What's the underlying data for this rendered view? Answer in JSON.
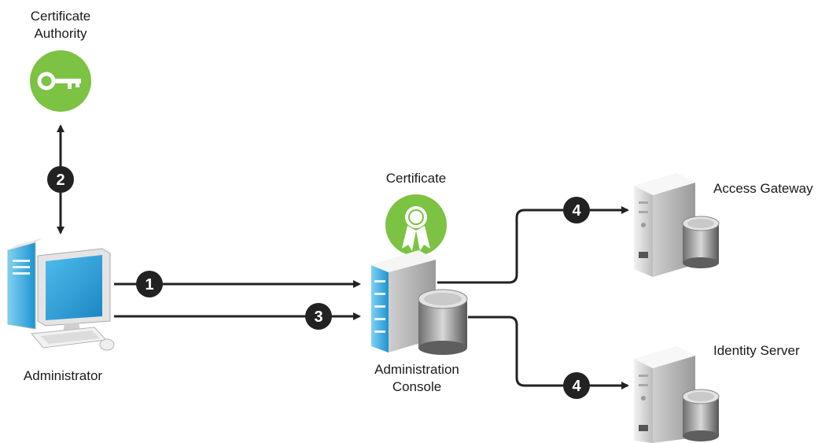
{
  "nodes": {
    "certificate_authority": {
      "line1": "Certificate",
      "line2": "Authority"
    },
    "administrator": {
      "label": "Administrator"
    },
    "certificate": {
      "label": "Certificate"
    },
    "administration_console": {
      "line1": "Administration",
      "line2": "Console"
    },
    "access_gateway": {
      "label": "Access Gateway"
    },
    "identity_server": {
      "label": "Identity Server"
    }
  },
  "steps": {
    "ca_exchange": "2",
    "admin_to_console_top": "1",
    "admin_to_console_bottom": "3",
    "console_to_gateway": "4",
    "console_to_identity": "4"
  },
  "colors": {
    "ca_badge": "#7cc243",
    "certificate_badge": "#7cc243",
    "arrow": "#222222",
    "step_badge": "#222222",
    "monitor_screen": "#2ea3dc",
    "server_gray": "#d9d9d9"
  },
  "icons": {
    "ca": "key-icon",
    "certificate": "ribbon-award-icon",
    "administrator": "desktop-computer-icon",
    "console": "server-icon",
    "gateway": "server-icon",
    "identity": "server-icon"
  }
}
